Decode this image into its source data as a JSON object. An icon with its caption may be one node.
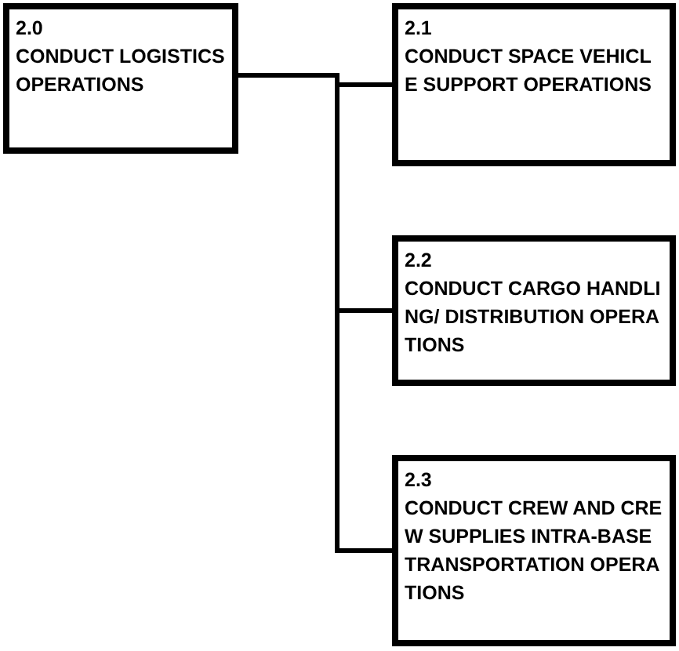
{
  "diagram": {
    "nodes": [
      {
        "text": [
          "2.0",
          "CONDUCT LOGISTICS OPERATIONS"
        ]
      },
      {
        "text": [
          "2.1",
          "CONDUCT SPACE VEHICLE SUPPORT OPERATIONS"
        ]
      },
      {
        "text": [
          "2.2",
          "CONDUCT CARGO HANDLING/ DISTRIBUTION OPERATIONS"
        ]
      },
      {
        "text": [
          "2.3",
          "CONDUCT CREW AND CREW SUPPLIES INTRA-BASE TRANSPORTATION OPERATIONS"
        ]
      }
    ],
    "edges": [
      {
        "from": 0,
        "to": 1,
        "arrow": "none"
      },
      {
        "from": 0,
        "to": 2,
        "arrow": "none"
      },
      {
        "from": 0,
        "to": 3,
        "arrow": "none"
      }
    ]
  }
}
